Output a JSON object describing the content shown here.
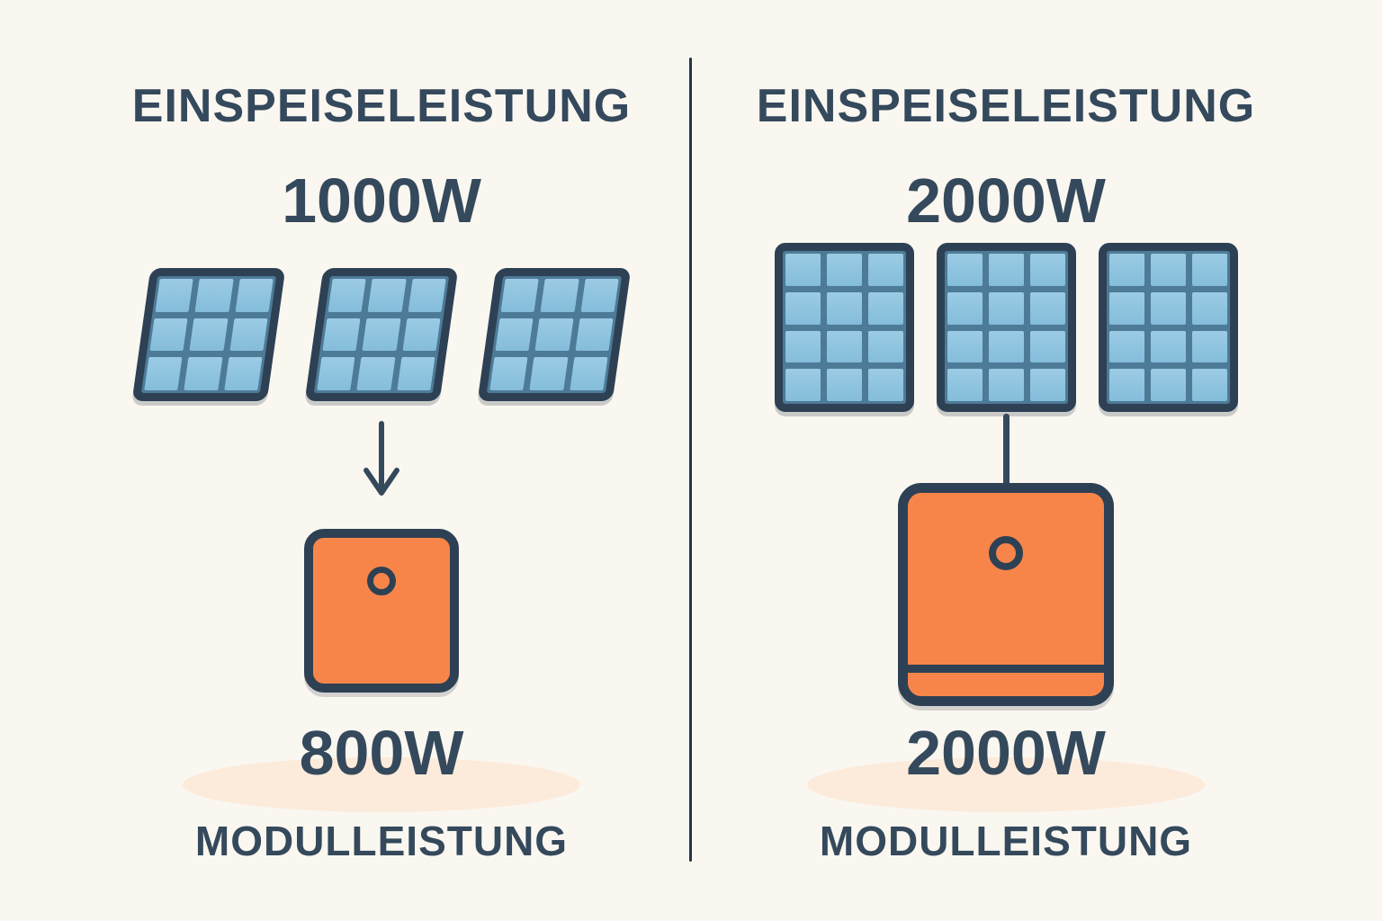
{
  "theme": {
    "bg": "#faf7f0",
    "navy": "#35495c",
    "border_navy": "#2e4154",
    "divider": "#22364a",
    "panel_blue": "#8cc3de",
    "panel_grid": "#4d7b97",
    "orange": "#f7854a",
    "peach": "#fcebdb"
  },
  "left": {
    "title": "EINSPEISELEISTUNG",
    "feed_in_power": "1000W",
    "module_power": "800W",
    "module_label": "MODULLEISTUNG",
    "panels": {
      "count": 3,
      "rows": 3,
      "cols": 3
    }
  },
  "right": {
    "title": "EINSPEISELEISTUNG",
    "feed_in_power": "2000W",
    "module_power": "2000W",
    "module_label": "MODULLEISTUNG",
    "panels": {
      "count": 3,
      "rows": 4,
      "cols": 3
    }
  }
}
